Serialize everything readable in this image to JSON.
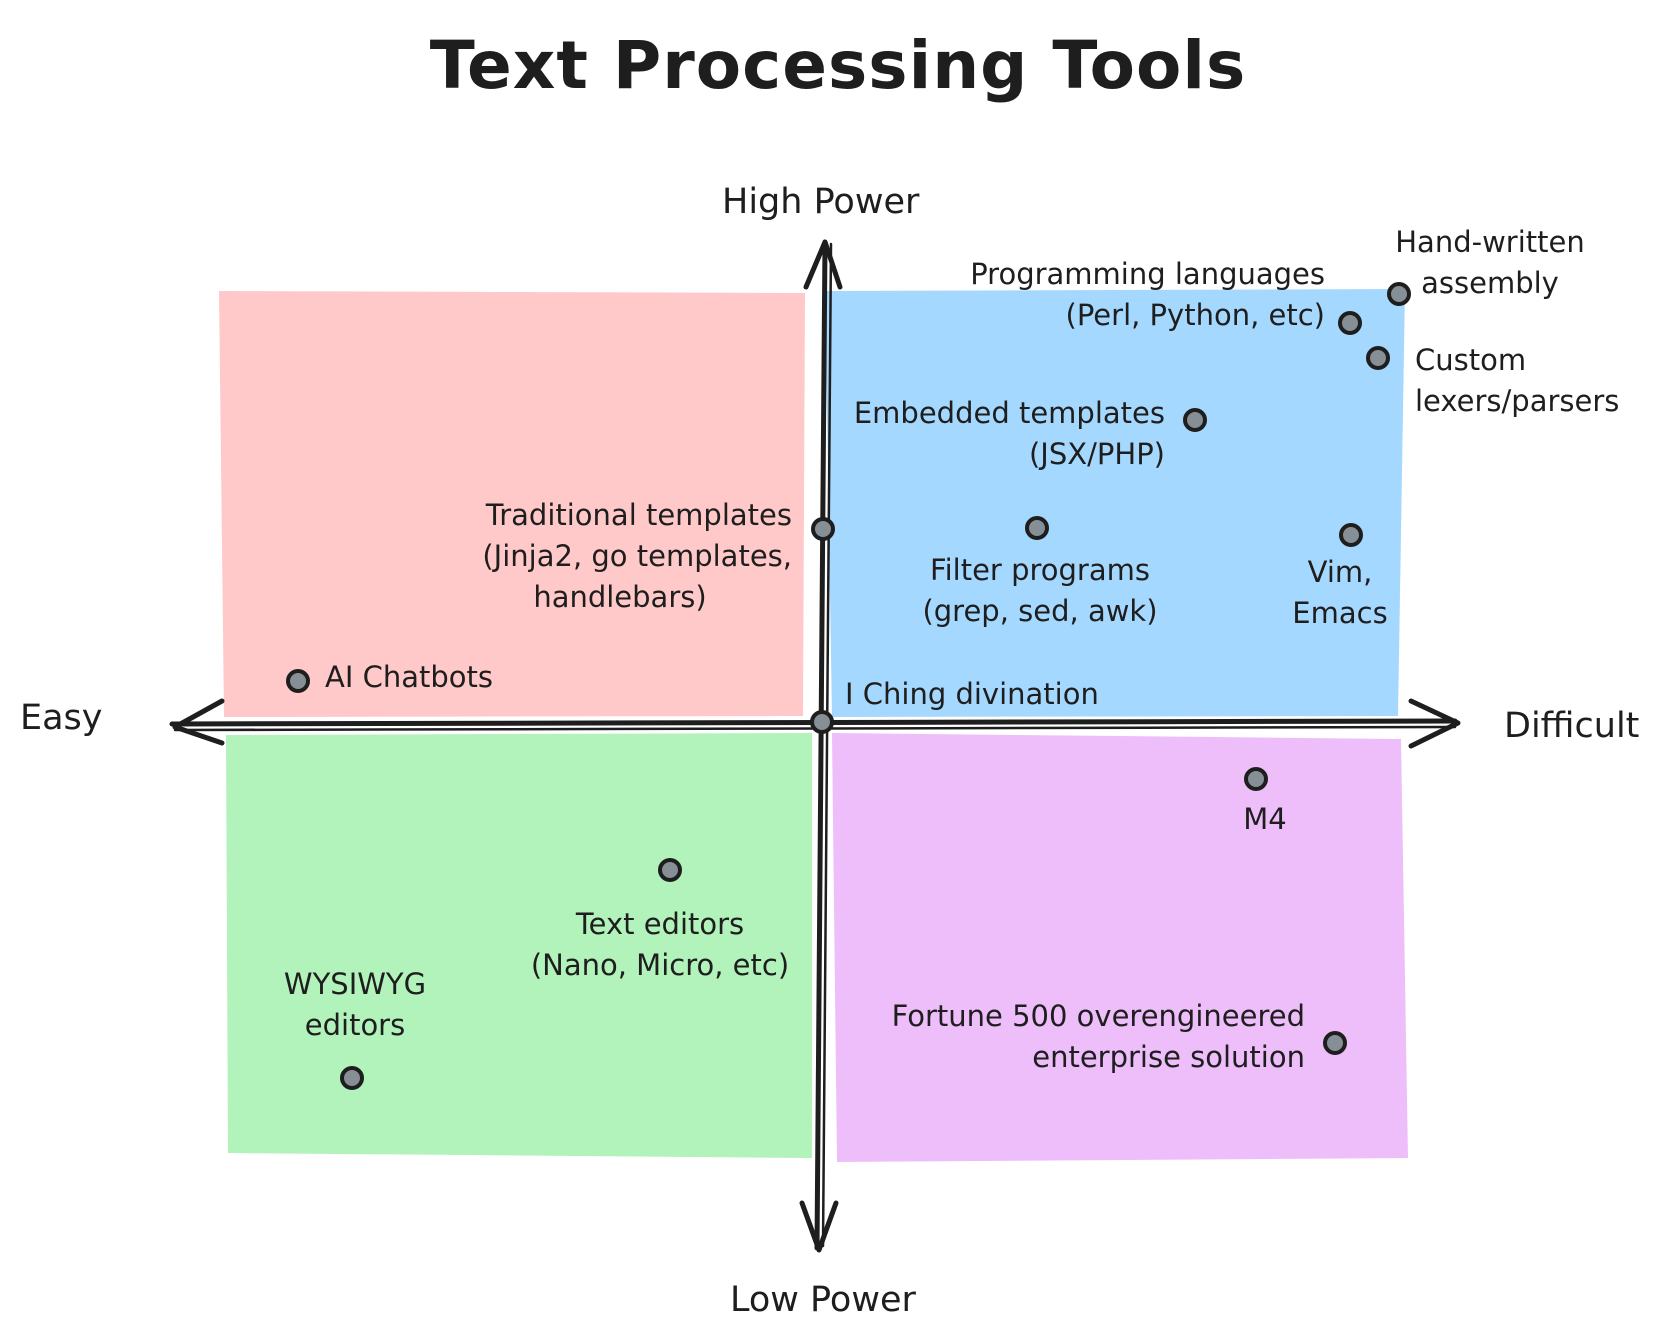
{
  "title": "Text Processing Tools",
  "axes": {
    "top": "High Power",
    "bottom": "Low Power",
    "left": "Easy",
    "right": "Difficult"
  },
  "quadrant_colors": {
    "top_left": "#ffc9c9",
    "top_right": "#a5d8ff",
    "bottom_left": "#b2f2bb",
    "bottom_right": "#eebefa"
  },
  "stroke_color": "#1e1e1e",
  "point_fill": "#868e96",
  "items": [
    {
      "id": "ai-chatbots",
      "line1": "AI Chatbots",
      "line2": ""
    },
    {
      "id": "traditional-templates",
      "line1": "Traditional templates",
      "line2": "(Jinja2, go templates,",
      "line3": "handlebars)"
    },
    {
      "id": "programming-languages",
      "line1": "Programming languages",
      "line2": "(Perl, Python, etc)"
    },
    {
      "id": "hand-written-assembly",
      "line1": "Hand-written",
      "line2": "assembly"
    },
    {
      "id": "custom-lexers",
      "line1": "Custom",
      "line2": "lexers/parsers"
    },
    {
      "id": "embedded-templates",
      "line1": "Embedded templates",
      "line2": "(JSX/PHP)"
    },
    {
      "id": "filter-programs",
      "line1": "Filter programs",
      "line2": "(grep, sed, awk)"
    },
    {
      "id": "vim-emacs",
      "line1": "Vim,",
      "line2": "Emacs"
    },
    {
      "id": "i-ching",
      "line1": "I Ching divination",
      "line2": ""
    },
    {
      "id": "m4",
      "line1": "M4",
      "line2": ""
    },
    {
      "id": "text-editors",
      "line1": "Text editors",
      "line2": "(Nano, Micro, etc)"
    },
    {
      "id": "wysiwyg",
      "line1": "WYSIWYG",
      "line2": "editors"
    },
    {
      "id": "fortune-500",
      "line1": "Fortune 500 overengineered",
      "line2": "enterprise solution"
    }
  ]
}
